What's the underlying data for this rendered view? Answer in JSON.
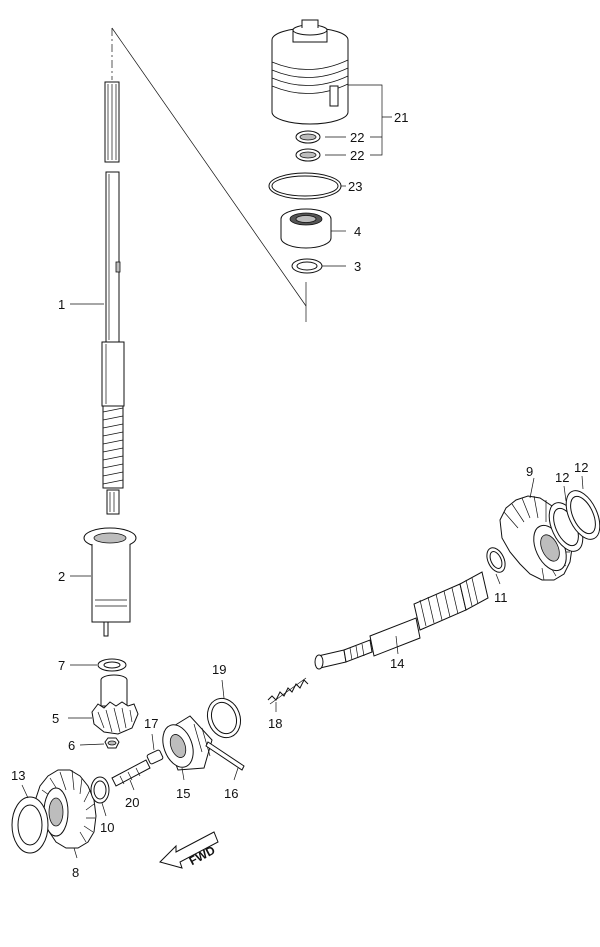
{
  "diagram": {
    "parts": [
      {
        "id": "p1",
        "label": "1"
      },
      {
        "id": "p2",
        "label": "2"
      },
      {
        "id": "p3",
        "label": "3"
      },
      {
        "id": "p4",
        "label": "4"
      },
      {
        "id": "p5",
        "label": "5"
      },
      {
        "id": "p6",
        "label": "6"
      },
      {
        "id": "p7",
        "label": "7"
      },
      {
        "id": "p8",
        "label": "8"
      },
      {
        "id": "p9",
        "label": "9"
      },
      {
        "id": "p10",
        "label": "10"
      },
      {
        "id": "p11",
        "label": "11"
      },
      {
        "id": "p12a",
        "label": "12"
      },
      {
        "id": "p12b",
        "label": "12"
      },
      {
        "id": "p13",
        "label": "13"
      },
      {
        "id": "p14",
        "label": "14"
      },
      {
        "id": "p15",
        "label": "15"
      },
      {
        "id": "p16",
        "label": "16"
      },
      {
        "id": "p17",
        "label": "17"
      },
      {
        "id": "p18",
        "label": "18"
      },
      {
        "id": "p19",
        "label": "19"
      },
      {
        "id": "p20",
        "label": "20"
      },
      {
        "id": "p21",
        "label": "21"
      },
      {
        "id": "p22a",
        "label": "22"
      },
      {
        "id": "p22b",
        "label": "22"
      },
      {
        "id": "p23",
        "label": "23"
      }
    ],
    "direction_indicator": "FWD"
  }
}
